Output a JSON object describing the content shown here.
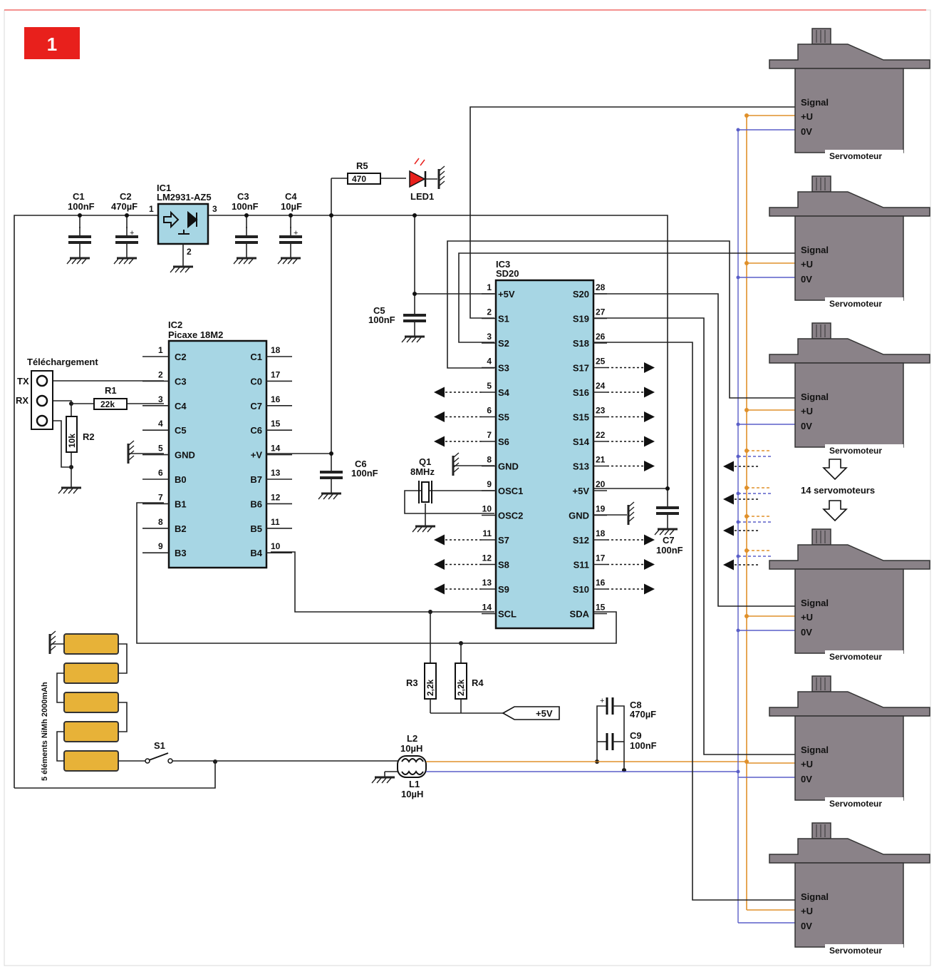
{
  "figure": {
    "number": "1",
    "colors": {
      "badge": "#e8201c",
      "ic_fill": "#a7d6e4",
      "servo_fill": "#8a8288",
      "battery_fill": "#e7b238",
      "signal_wire": "#e0902a",
      "ground_wire": "#5a5fc8",
      "led": "#e8201c"
    }
  },
  "components": {
    "c1": {
      "ref": "C1",
      "value": "100nF"
    },
    "c2": {
      "ref": "C2",
      "value": "470µF"
    },
    "ic1": {
      "ref": "IC1",
      "part": "LM2931-AZ5",
      "pin1": "1",
      "pin2": "2",
      "pin3": "3"
    },
    "c3": {
      "ref": "C3",
      "value": "100nF"
    },
    "c4": {
      "ref": "C4",
      "value": "10µF"
    },
    "r5": {
      "ref": "R5",
      "value": "470"
    },
    "led1": {
      "ref": "LED1"
    },
    "c5": {
      "ref": "C5",
      "value": "100nF"
    },
    "c6": {
      "ref": "C6",
      "value": "100nF"
    },
    "c7": {
      "ref": "C7",
      "value": "100nF"
    },
    "c8": {
      "ref": "C8",
      "value": "470µF"
    },
    "c9": {
      "ref": "C9",
      "value": "100nF"
    },
    "r1": {
      "ref": "R1",
      "value": "22k"
    },
    "r2": {
      "ref": "R2",
      "value": "10k"
    },
    "r3": {
      "ref": "R3",
      "value": "2,2k"
    },
    "r4": {
      "ref": "R4",
      "value": "2,2k"
    },
    "q1": {
      "ref": "Q1",
      "value": "8MHz"
    },
    "l1": {
      "ref": "L1",
      "value": "10µH"
    },
    "l2": {
      "ref": "L2",
      "value": "10µH"
    },
    "s1": {
      "ref": "S1"
    },
    "plus5v": "+5V",
    "battery": "5 éléments NiMh 2000mAh",
    "download": {
      "title": "Téléchargement",
      "tx": "TX",
      "rx": "RX"
    }
  },
  "ic2": {
    "ref": "IC2",
    "part": "Picaxe 18M2",
    "left_pins": [
      {
        "num": "1",
        "name": "C2"
      },
      {
        "num": "2",
        "name": "C3"
      },
      {
        "num": "3",
        "name": "C4"
      },
      {
        "num": "4",
        "name": "C5"
      },
      {
        "num": "5",
        "name": "GND"
      },
      {
        "num": "6",
        "name": "B0"
      },
      {
        "num": "7",
        "name": "B1"
      },
      {
        "num": "8",
        "name": "B2"
      },
      {
        "num": "9",
        "name": "B3"
      }
    ],
    "right_pins": [
      {
        "num": "18",
        "name": "C1"
      },
      {
        "num": "17",
        "name": "C0"
      },
      {
        "num": "16",
        "name": "C7"
      },
      {
        "num": "15",
        "name": "C6"
      },
      {
        "num": "14",
        "name": "+V"
      },
      {
        "num": "13",
        "name": "B7"
      },
      {
        "num": "12",
        "name": "B6"
      },
      {
        "num": "11",
        "name": "B5"
      },
      {
        "num": "10",
        "name": "B4"
      }
    ]
  },
  "ic3": {
    "ref": "IC3",
    "part": "SD20",
    "left_pins": [
      {
        "num": "1",
        "name": "+5V"
      },
      {
        "num": "2",
        "name": "S1"
      },
      {
        "num": "3",
        "name": "S2"
      },
      {
        "num": "4",
        "name": "S3"
      },
      {
        "num": "5",
        "name": "S4"
      },
      {
        "num": "6",
        "name": "S5"
      },
      {
        "num": "7",
        "name": "S6"
      },
      {
        "num": "8",
        "name": "GND"
      },
      {
        "num": "9",
        "name": "OSC1"
      },
      {
        "num": "10",
        "name": "OSC2"
      },
      {
        "num": "11",
        "name": "S7"
      },
      {
        "num": "12",
        "name": "S8"
      },
      {
        "num": "13",
        "name": "S9"
      },
      {
        "num": "14",
        "name": "SCL"
      }
    ],
    "right_pins": [
      {
        "num": "28",
        "name": "S20"
      },
      {
        "num": "27",
        "name": "S19"
      },
      {
        "num": "26",
        "name": "S18"
      },
      {
        "num": "25",
        "name": "S17"
      },
      {
        "num": "24",
        "name": "S16"
      },
      {
        "num": "23",
        "name": "S15"
      },
      {
        "num": "22",
        "name": "S14"
      },
      {
        "num": "21",
        "name": "S13"
      },
      {
        "num": "20",
        "name": "+5V"
      },
      {
        "num": "19",
        "name": "GND"
      },
      {
        "num": "18",
        "name": "S12"
      },
      {
        "num": "17",
        "name": "S11"
      },
      {
        "num": "16",
        "name": "S10"
      },
      {
        "num": "15",
        "name": "SDA"
      }
    ]
  },
  "servo": {
    "signal": "Signal",
    "plus_u": "+U",
    "zero_v": "0V",
    "name": "Servomoteur"
  },
  "servo_count_label": "14 servomoteurs"
}
